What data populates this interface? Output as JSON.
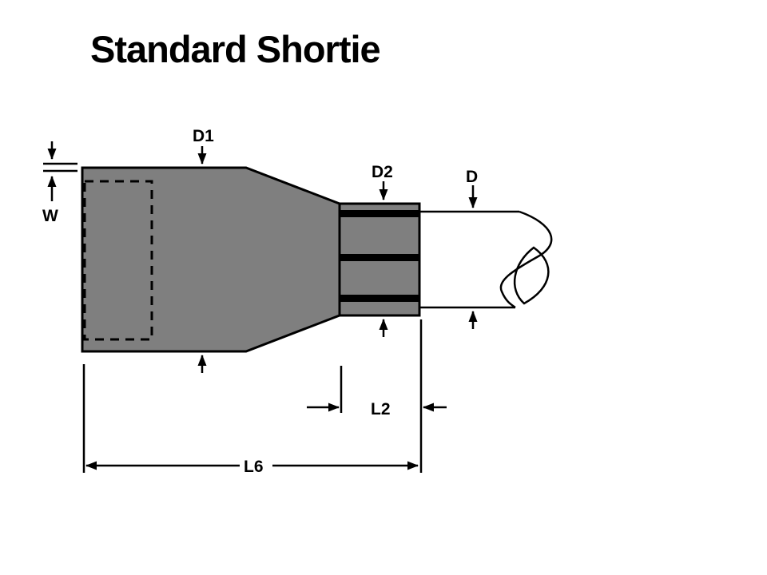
{
  "title": "Standard Shortie",
  "colors": {
    "background": "#ffffff",
    "body_fill": "#7f7f7f",
    "line": "#000000",
    "shank_fill": "#ffffff"
  },
  "dimensions": {
    "d1": "D1",
    "d2": "D2",
    "d": "D",
    "w": "W",
    "l2": "L2",
    "l6": "L6"
  }
}
